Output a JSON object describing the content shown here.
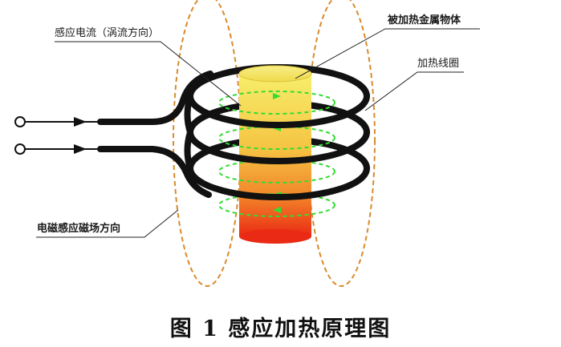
{
  "labels": {
    "eddy_current": "感应电流（涡流方向）",
    "heated_metal": "被加热金属物体",
    "heating_coil": "加热线圈",
    "magnetic_field": "电磁感应磁场方向"
  },
  "caption": "图 1 感应加热原理图",
  "colors": {
    "coil": "#111111",
    "field_lines": "#d98a2b",
    "current_arrows": "#33dd33",
    "cylinder_top": "#f0e25a",
    "cylinder_mid": "#f4a235",
    "cylinder_bottom": "#e8321a"
  },
  "icons": [
    "terminal-circle-icon",
    "input-arrow-icon",
    "current-arrow-icon"
  ]
}
